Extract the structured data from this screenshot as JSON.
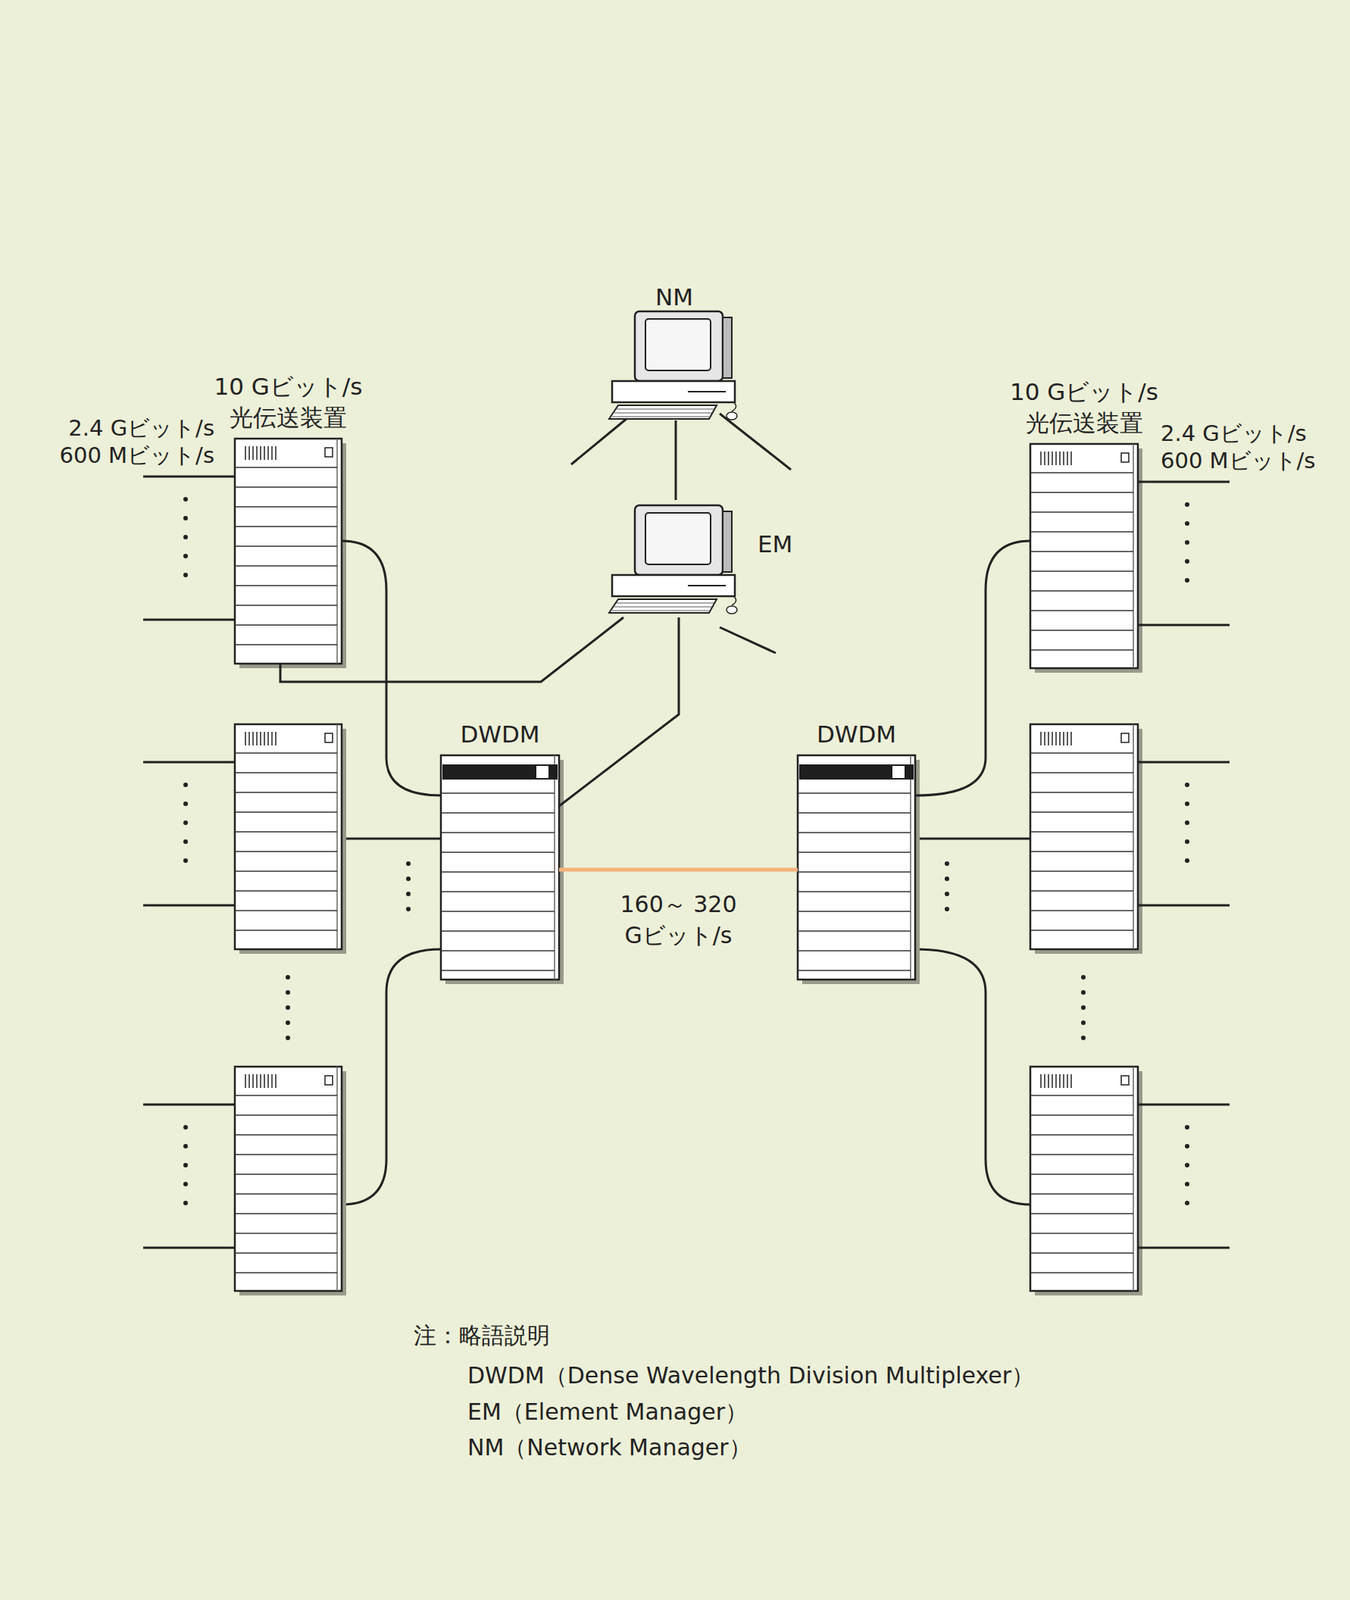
{
  "diagram": {
    "nodes": [
      {
        "text": [
          "NM"
        ]
      },
      {
        "text": [
          "10 Gビット/s 光伝送装置"
        ]
      },
      {
        "text": [
          "10 Gビット/s 光伝送装置"
        ]
      },
      {
        "text": [
          "EM"
        ]
      },
      {
        "text": [
          "DWDM"
        ]
      },
      {
        "text": [
          "DWDM"
        ]
      }
    ],
    "edges": [
      {
        "from": 0,
        "to": 3,
        "arrow": "none"
      },
      {
        "from": 3,
        "to": 1,
        "arrow": "none"
      },
      {
        "from": 3,
        "to": 4,
        "arrow": "none"
      },
      {
        "from": 1,
        "to": 4,
        "arrow": "none"
      },
      {
        "from": 2,
        "to": 5,
        "arrow": "none"
      },
      {
        "from": 4,
        "to": 5,
        "label": "160～ 320 Gビット/s",
        "arrow": "none"
      }
    ],
    "labels": [
      "2.4 Gビット/s",
      "600 Mビット/s",
      "2.4 Gビット/s",
      "600 Mビット/s",
      "注：略語説明",
      "DWDM（Dense Wavelength Division Multiplexer）",
      "EM（Element Manager）",
      "NM（Network Manager）"
    ]
  }
}
